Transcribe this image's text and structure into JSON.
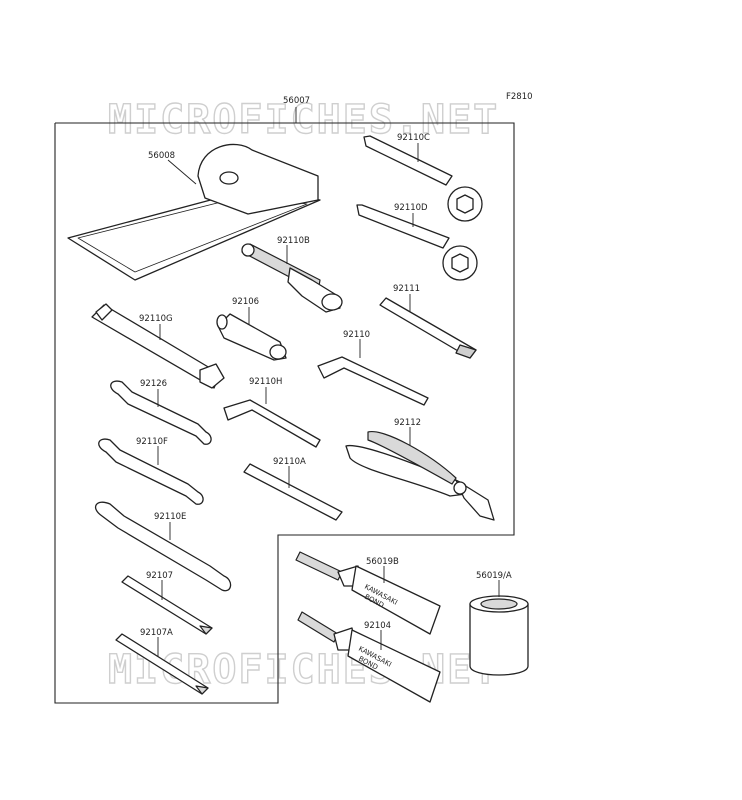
{
  "figure_code": "F2810",
  "watermark": "MICROFICHES.NET",
  "parts": [
    {
      "key": "p56007",
      "label": "56007"
    },
    {
      "key": "p56008",
      "label": "56008"
    },
    {
      "key": "p92110C",
      "label": "92110C"
    },
    {
      "key": "p92110D",
      "label": "92110D"
    },
    {
      "key": "p92110B",
      "label": "92110B"
    },
    {
      "key": "p92106",
      "label": "92106"
    },
    {
      "key": "p92110G",
      "label": "92110G"
    },
    {
      "key": "p92111",
      "label": "92111"
    },
    {
      "key": "p92110",
      "label": "92110"
    },
    {
      "key": "p92126",
      "label": "92126"
    },
    {
      "key": "p92110H",
      "label": "92110H"
    },
    {
      "key": "p92112",
      "label": "92112"
    },
    {
      "key": "p92110F",
      "label": "92110F"
    },
    {
      "key": "p92110A",
      "label": "92110A"
    },
    {
      "key": "p92110E",
      "label": "92110E"
    },
    {
      "key": "p56019B",
      "label": "56019B"
    },
    {
      "key": "p56019A",
      "label": "56019/A"
    },
    {
      "key": "p92107",
      "label": "92107"
    },
    {
      "key": "p92104",
      "label": "92104"
    },
    {
      "key": "p92107A",
      "label": "92107A"
    }
  ],
  "tube_print": {
    "brand": "KAWASAKI",
    "product": "BOND"
  }
}
